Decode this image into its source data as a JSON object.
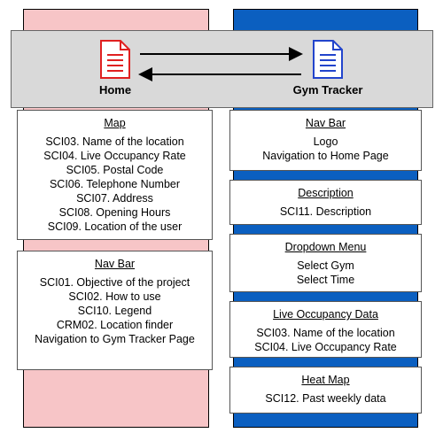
{
  "pages": {
    "home": {
      "label": "Home",
      "icon": "document-icon",
      "color": "#e02020"
    },
    "gym_tracker": {
      "label": "Gym Tracker",
      "icon": "document-icon",
      "color": "#2244cc"
    }
  },
  "colors": {
    "home_column": "#f7c5c7",
    "gym_column": "#0b5fc0",
    "nav_band": "#d9d9d9"
  },
  "home_sections": {
    "map": {
      "title": "Map",
      "items": [
        "SCI03. Name of the location",
        "SCI04. Live Occupancy Rate",
        "SCI05. Postal Code",
        "SCI06. Telephone Number",
        "SCI07. Address",
        "SCI08. Opening Hours",
        "SCI09. Location of the user"
      ]
    },
    "nav_bar": {
      "title": "Nav Bar",
      "items": [
        "SCI01. Objective of the project",
        "SCI02. How to use",
        "SCI10. Legend",
        "CRM02. Location finder",
        "Navigation to Gym Tracker Page"
      ]
    }
  },
  "gym_sections": {
    "nav_bar": {
      "title": "Nav Bar",
      "items": [
        "Logo",
        "Navigation to Home Page"
      ]
    },
    "description": {
      "title": "Description",
      "items": [
        "SCI11. Description"
      ]
    },
    "dropdown": {
      "title": "Dropdown Menu",
      "items": [
        "Select Gym",
        "Select Time"
      ]
    },
    "live_occupancy": {
      "title": "Live Occupancy Data",
      "items": [
        "SCI03. Name of the location",
        "SCI04. Live Occupancy Rate"
      ]
    },
    "heat_map": {
      "title": "Heat Map",
      "items": [
        "SCI12. Past weekly data"
      ]
    }
  }
}
